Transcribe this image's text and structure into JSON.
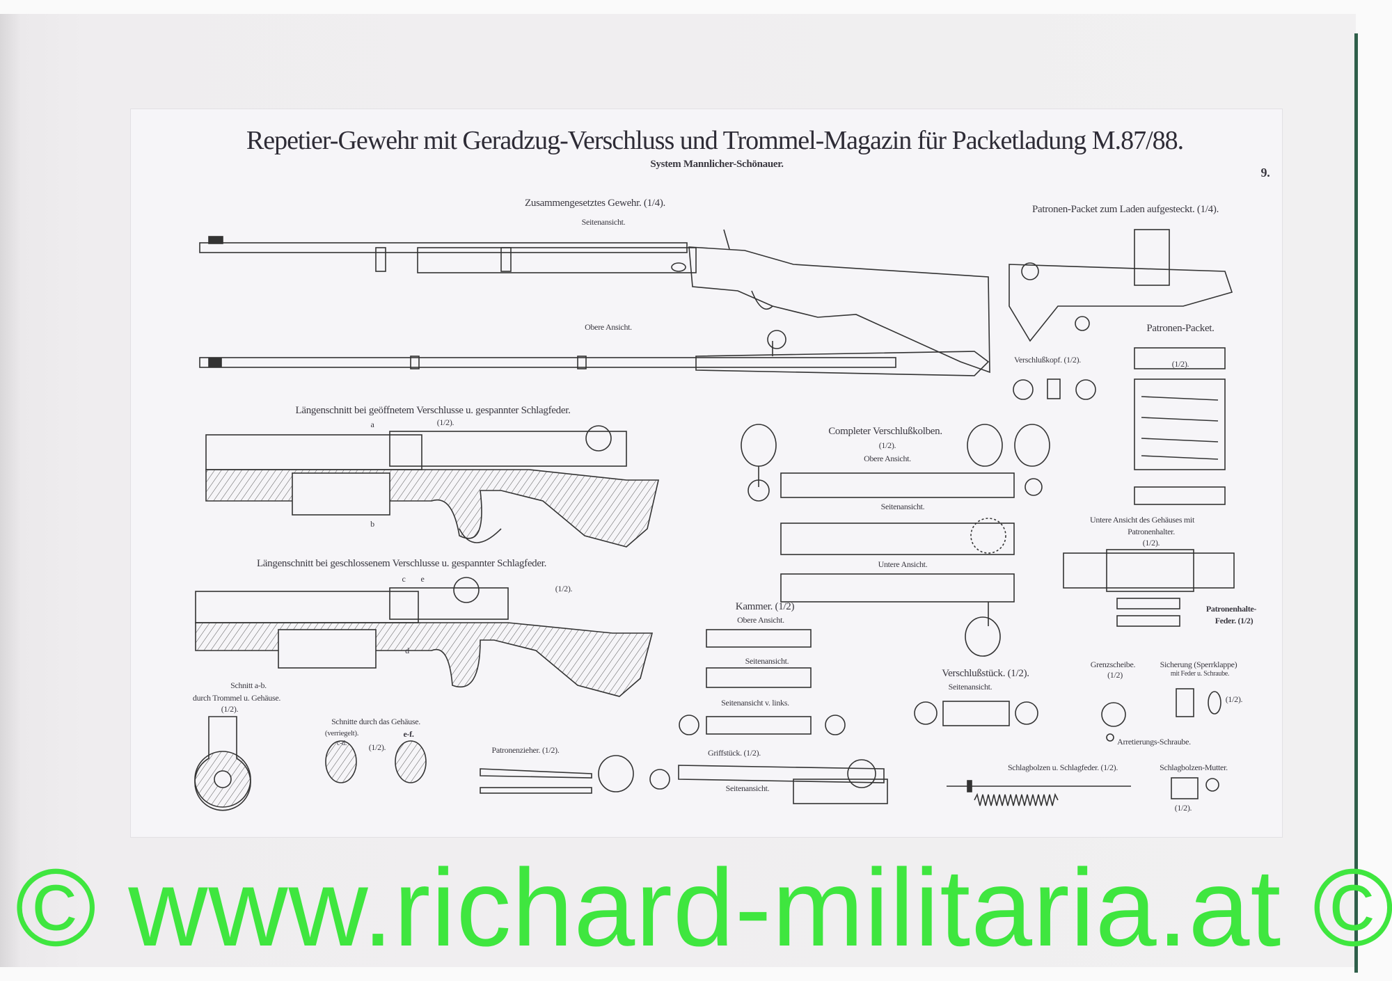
{
  "plate": {
    "title": "Repetier-Gewehr mit Geradzug-Verschluss und Trommel-Magazin für Packetladung M.87/88.",
    "subtitle": "System Mannlicher-Schönauer.",
    "page_number": "9.",
    "labels": {
      "assembled_rifle": "Zusammengesetztes Gewehr. (1/4).",
      "side_view_1": "Seitenansicht.",
      "top_view_1": "Obere Ansicht.",
      "clip_loaded": "Patronen-Packet zum Laden aufgesteckt. (1/4).",
      "clip": "Patronen-Packet.",
      "clip_scale": "(1/2).",
      "bolt_head": "Verschlußkopf. (1/2).",
      "section_open": "Längenschnitt bei geöffnetem Verschlusse u. gespannter Schlagfeder.",
      "section_open_scale": "(1/2).",
      "section_closed": "Längenschnitt bei geschlossenem Verschlusse u. gespannter Schlagfeder.",
      "section_closed_scale": "(1/2).",
      "complete_bolt": "Completer Verschlußkolben.",
      "complete_bolt_scale": "(1/2).",
      "complete_bolt_top": "Obere Ansicht.",
      "complete_bolt_side": "Seitenansicht.",
      "complete_bolt_bottom": "Untere Ansicht.",
      "receiver_bottom": "Untere Ansicht des Gehäuses mit",
      "receiver_bottom_2": "Patronenhalter.",
      "receiver_bottom_scale": "(1/2).",
      "clip_spring": "Patronenhalte-",
      "clip_spring_2": "Feder. (1/2)",
      "chamber": "Kammer. (1/2)",
      "chamber_top": "Obere Ansicht.",
      "chamber_side": "Seitenansicht.",
      "chamber_left": "Seitenansicht v. links.",
      "bolt_piece": "Verschlußstück. (1/2).",
      "bolt_piece_side": "Seitenansicht.",
      "limit_disc": "Grenzscheibe.",
      "limit_disc_scale": "(1/2)",
      "safety": "Sicherung (Sperrklappe)",
      "safety_2": "mit Feder u. Schraube.",
      "safety_scale": "(1/2).",
      "lock_screw": "Arretierungs-Schraube.",
      "section_ab": "Schnitt a-b.",
      "section_ab_2": "durch Trommel u. Gehäuse.",
      "section_ab_scale": "(1/2).",
      "sections_receiver": "Schnitte durch das Gehäuse.",
      "locked": "(verriegelt).",
      "cd": "c-d.",
      "ef": "e-f.",
      "sections_scale": "(1/2).",
      "extractor": "Patronenzieher. (1/2).",
      "handle": "Griffstück. (1/2).",
      "handle_side": "Seitenansicht.",
      "firing_pin": "Schlagbolzen u. Schlagfeder. (1/2).",
      "firing_pin_nut": "Schlagbolzen-Mutter.",
      "firing_pin_nut_scale": "(1/2).",
      "mark_a": "a",
      "mark_b": "b",
      "mark_c": "c",
      "mark_d": "d",
      "mark_e": "e"
    }
  },
  "watermark": "© www.richard-militaria.at ©",
  "colors": {
    "watermark": "#3fe63f",
    "cover": "#2f5f4a",
    "ink": "#3a3840"
  }
}
